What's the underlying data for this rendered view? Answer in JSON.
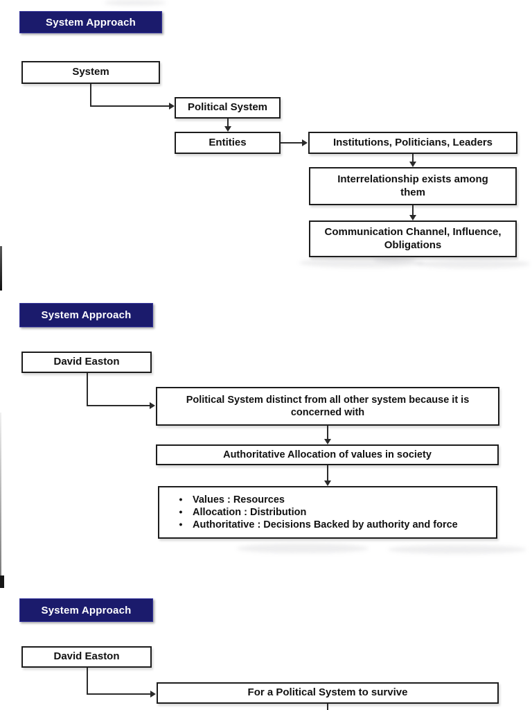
{
  "colors": {
    "navy": "#1b1b6c",
    "box_border": "#1c1c1c",
    "line": "#2a2a2a",
    "text": "#111111"
  },
  "bullet_char": "•",
  "slides": [
    {
      "title": "System Approach",
      "boxes": {
        "system": "System",
        "political_system": "Political System",
        "entities": "Entities",
        "institutions": "Institutions, Politicians, Leaders",
        "interrelationship": "Interrelationship exists among them",
        "communication": "Communication Channel, Influence, Obligations"
      }
    },
    {
      "title": "System Approach",
      "boxes": {
        "david_easton": "David Easton",
        "distinct": "Political System distinct from all other system because it is concerned with",
        "authoritative": "Authoritative Allocation of values in society"
      },
      "bullets": [
        "Values : Resources",
        "Allocation : Distribution",
        "Authoritative : Decisions Backed by authority and force"
      ]
    },
    {
      "title": "System Approach",
      "boxes": {
        "david_easton": "David Easton",
        "survive": "For a Political System to survive"
      }
    }
  ]
}
